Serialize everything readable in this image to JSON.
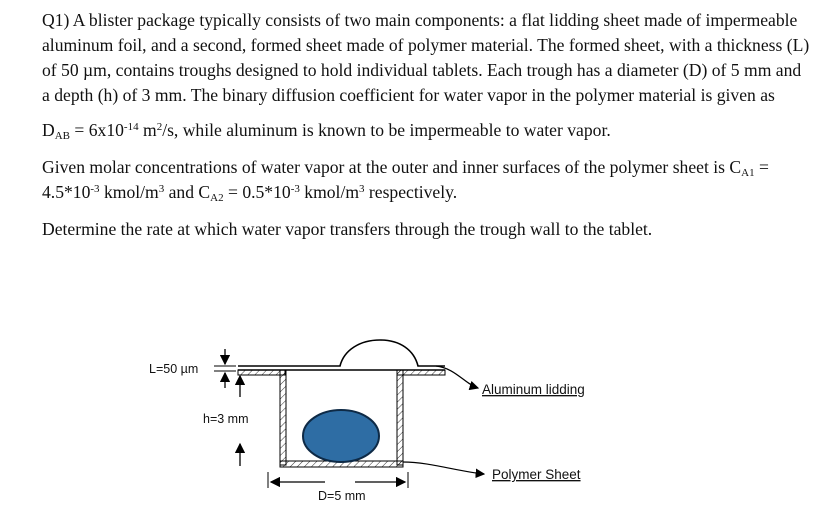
{
  "question": {
    "line1": "Q1) A blister package typically consists of two main components: a flat lidding sheet made of impermeable aluminum foil, and a second, formed sheet made of polymer material. The formed sheet, with a thickness (L) of 50 µm, contains troughs designed to hold individual tablets. Each trough has a diameter (D) of 5 mm and a depth (h) of 3 mm. The binary diffusion coefficient for water vapor in the polymer material is given as",
    "diffusivity": {
      "symbol": "D",
      "subscript": "AB",
      "eq": " = 6x10",
      "exp": "-14",
      "unit": " m",
      "unit_exp": "2",
      "rest": "/s, while aluminum is known to be impermeable to water vapor."
    },
    "concentration": {
      "part1": "Given molar concentrations of water vapor at the outer and inner surfaces of the polymer sheet is C",
      "sub1": "A1",
      "val1": " = 4.5*10",
      "exp1": "-3",
      "unit1": " kmol/m",
      "unit1_exp": "3",
      "and": " and C",
      "sub2": "A2",
      "val2": " = 0.5*10",
      "exp2": "-3",
      "unit2": " kmol/m",
      "unit2_exp": "3",
      "end": " respectively."
    },
    "task": "Determine the rate at which water vapor transfers through the trough wall to the tablet."
  },
  "diagram": {
    "thickness_label": "L=50 µm",
    "depth_label": "h=3 mm",
    "diameter_label": "D=5 mm",
    "lidding_label": "Aluminum lidding",
    "polymer_label": "Polymer Sheet",
    "tablet_color": "#2e6da4",
    "line_color": "#000000"
  }
}
